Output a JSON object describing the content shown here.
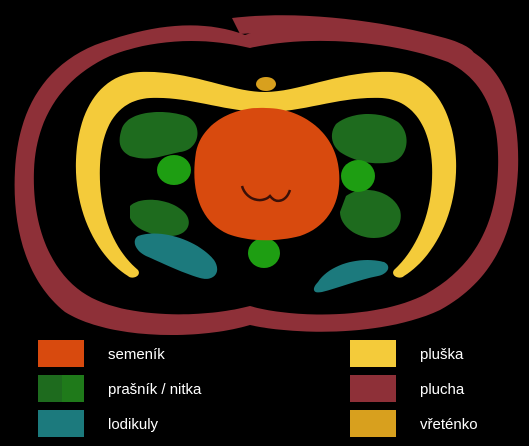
{
  "colors": {
    "background": "#000000",
    "semenik": "#D84A0E",
    "prasnik_dark": "#1E6B1E",
    "prasnik_light": "#1F7A1A",
    "nitka": "#1E9E12",
    "lodikuly": "#1C7A7D",
    "pluska": "#F4CB3A",
    "plucha": "#8E3038",
    "vretenko": "#D8A01E",
    "seed_line": "#3A1008",
    "legend_text": "#FFFFFF"
  },
  "legend": {
    "left": [
      {
        "label": "semeník",
        "color_key": "semenik"
      },
      {
        "label": "prašník / nitka",
        "color_key": "prasnik"
      },
      {
        "label": "lodikuly",
        "color_key": "lodikuly"
      }
    ],
    "right": [
      {
        "label": "pluška",
        "color_key": "pluska"
      },
      {
        "label": "plucha",
        "color_key": "plucha"
      },
      {
        "label": "vřeténko",
        "color_key": "vretenko"
      }
    ]
  }
}
